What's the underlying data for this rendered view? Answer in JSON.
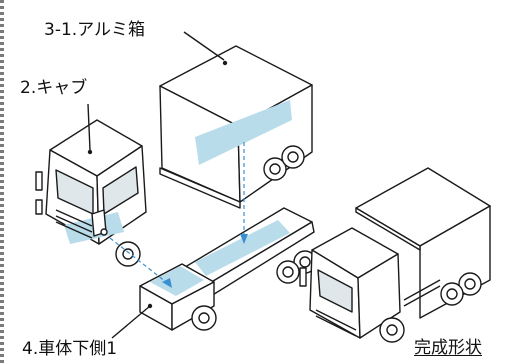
{
  "labels": {
    "aluminum_box": "3-1.アルミ箱",
    "cab": "2.キャブ",
    "under_body": "4.車体下側1",
    "completed_shape": "完成形状"
  },
  "colors": {
    "line": "#1a1a1a",
    "highlight": "#b9dcea",
    "arrow": "#3a8fd0",
    "background": "#ffffff"
  }
}
